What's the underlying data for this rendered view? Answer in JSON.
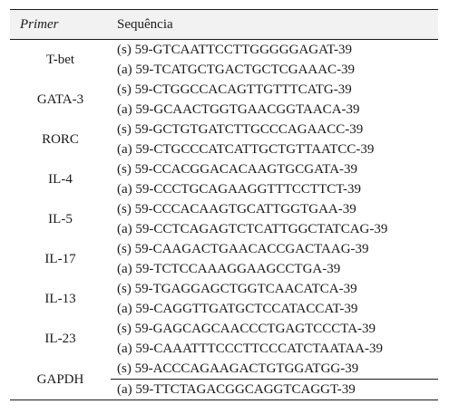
{
  "table": {
    "headers": {
      "primer": "Primer",
      "sequence": "Sequência"
    },
    "rows": [
      {
        "primer": "T-bet",
        "sense": "(s) 59-GTCAATTCCTTGGGGGAGAT-39",
        "antisense": "(a) 59-TCATGCTGACTGCTCGAAAC-39"
      },
      {
        "primer": "GATA-3",
        "sense": "(s) 59-CTGGCCACAGTTGTTTCATG-39",
        "antisense": "(a) 59-GCAACTGGTGAACGGTAACA-39"
      },
      {
        "primer": "RORC",
        "sense": "(s) 59-GCTGTGATCTTGCCCAGAACC-39",
        "antisense": "(a) 59-CTGCCCATCATTGCTGTTAATCC-39"
      },
      {
        "primer": "IL-4",
        "sense": "(s) 59-CCACGGACACAAGTGCGATA-39",
        "antisense": "(a) 59-CCCTGCAGAAGGTTTCCTTCT-39"
      },
      {
        "primer": "IL-5",
        "sense": "(s) 59-CCCACAAGTGCATTGGTGAA-39",
        "antisense": "(a) 59-CCTCAGAGTCTCATTGGCTATCAG-39"
      },
      {
        "primer": "IL-17",
        "sense": "(s) 59-CAAGACTGAACACCGACTAAG-39",
        "antisense": "(a) 59-TCTCCAAAGGAAGCCTGA-39"
      },
      {
        "primer": "IL-13",
        "sense": "(s) 59-TGAGGAGCTGGTCAACATCA-39",
        "antisense": "(a) 59-CAGGTTGATGCTCCATACCAT-39"
      },
      {
        "primer": "IL-23",
        "sense": "(s) 59-GAGCAGCAACCCTGAGTCCCTA-39",
        "antisense": "(a) 59-CAAATTTCCCTTCCCATCTAATAA-39"
      },
      {
        "primer": "GAPDH",
        "sense": "(s) 59-ACCCAGAAGACTGTGGATGG-39",
        "antisense": "(a) 59-TTCTAGACGGCAGGTCAGGT-39"
      }
    ]
  }
}
